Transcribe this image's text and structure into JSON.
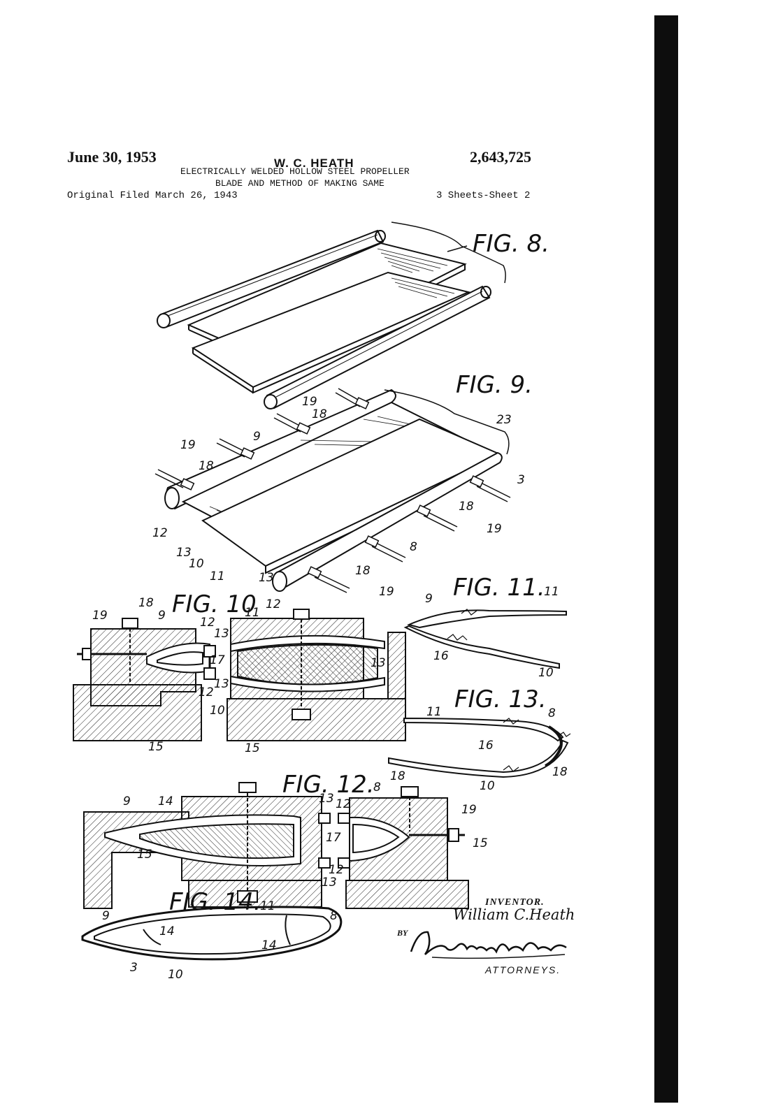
{
  "header": {
    "date": "June 30, 1953",
    "inventor": "W. C. HEATH",
    "patent_number": "2,643,725",
    "title_line1": "ELECTRICALLY WELDED HOLLOW STEEL PROPELLER",
    "title_line2": "BLADE AND METHOD OF MAKING SAME",
    "filed": "Original Filed March 26, 1943",
    "sheets": "3 Sheets-Sheet 2"
  },
  "figures": {
    "fig8": "FIG. 8.",
    "fig9": "FIG. 9.",
    "fig10": "FIG. 10",
    "fig11": "FIG. 11.",
    "fig12": "FIG. 12.",
    "fig13": "FIG. 13.",
    "fig14": "FIG. 14."
  },
  "refs": {
    "r3": "3",
    "r8": "8",
    "r9": "9",
    "r10": "10",
    "r11": "11",
    "r12": "12",
    "r13": "13",
    "r14": "14",
    "r15": "15",
    "r16": "16",
    "r17": "17",
    "r18": "18",
    "r19": "19",
    "r23": "23"
  },
  "footer": {
    "inventor_label": "INVENTOR.",
    "inventor_name": "William C.Heath",
    "by": "BY",
    "signature": "Andrus & Sceales",
    "attorneys": "ATTORNEYS."
  }
}
